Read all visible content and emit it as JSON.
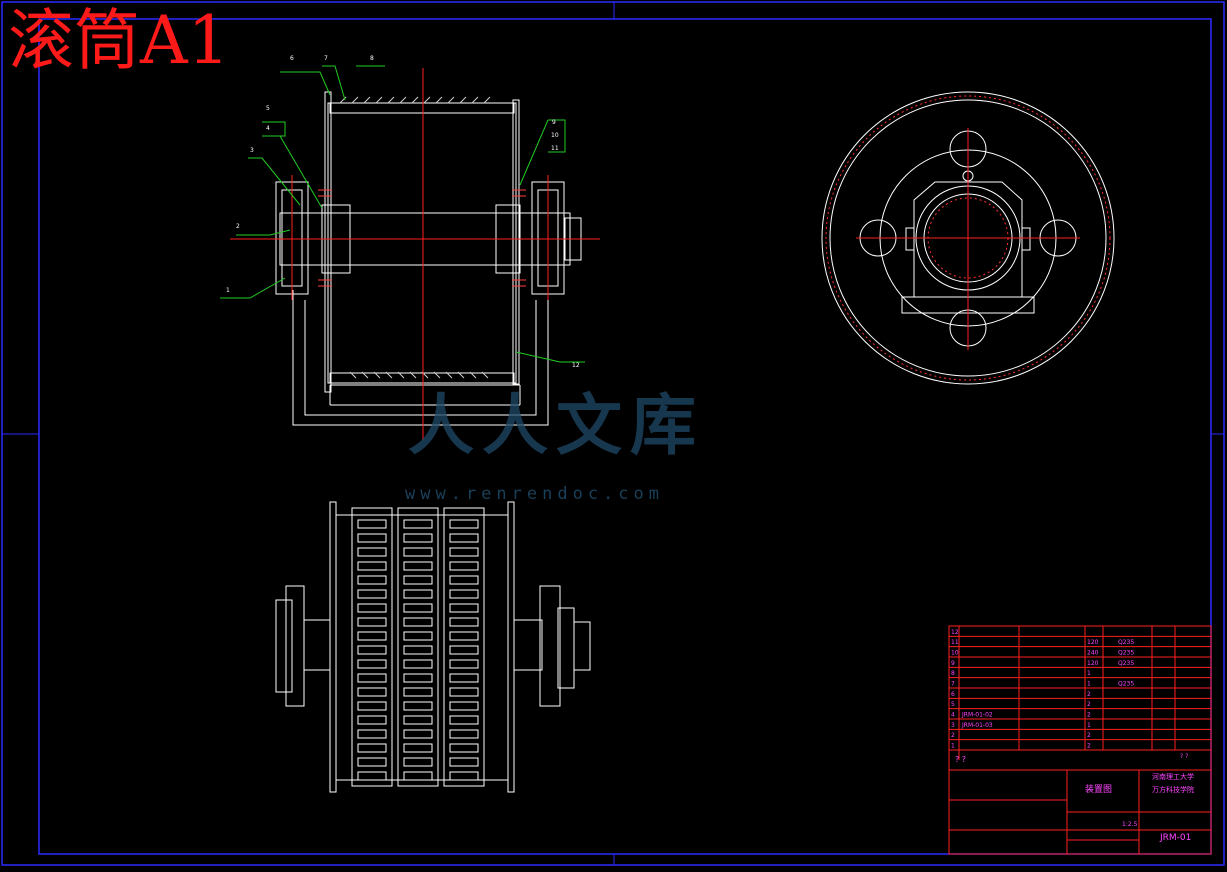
{
  "title": "滚筒A1",
  "watermark": {
    "text": "人人文库",
    "url": "www.renrendoc.com"
  },
  "part_numbers": [
    "1",
    "2",
    "3",
    "4",
    "5",
    "6",
    "7",
    "8",
    "9",
    "10",
    "11",
    "12"
  ],
  "bom_rows": [
    {
      "no": "12",
      "code": "",
      "name": "",
      "qty": "",
      "material": ""
    },
    {
      "no": "11",
      "code": "",
      "name": "",
      "qty": "120",
      "material": "Q235"
    },
    {
      "no": "10",
      "code": "",
      "name": "",
      "qty": "240",
      "material": "Q235"
    },
    {
      "no": "9",
      "code": "",
      "name": "",
      "qty": "120",
      "material": "Q235"
    },
    {
      "no": "8",
      "code": "",
      "name": "",
      "qty": "1",
      "material": ""
    },
    {
      "no": "7",
      "code": "",
      "name": "",
      "qty": "1",
      "material": "Q235"
    },
    {
      "no": "6",
      "code": "",
      "name": "",
      "qty": "2",
      "material": ""
    },
    {
      "no": "5",
      "code": "",
      "name": "",
      "qty": "2",
      "material": ""
    },
    {
      "no": "4",
      "code": "JRM-01-02",
      "name": "",
      "qty": "2",
      "material": ""
    },
    {
      "no": "3",
      "code": "JRM-01-03",
      "name": "",
      "qty": "1",
      "material": ""
    },
    {
      "no": "2",
      "code": "",
      "name": "",
      "qty": "2",
      "material": ""
    },
    {
      "no": "1",
      "code": "",
      "name": "",
      "qty": "2",
      "material": ""
    }
  ],
  "title_block": {
    "drawing_name": "装置图",
    "school": "河南理工大学",
    "dept": "万方科技学院",
    "drawing_no": "JRM-01",
    "scale": "1:2.5",
    "header_marks": "? ?",
    "row_marks": "? ?"
  }
}
